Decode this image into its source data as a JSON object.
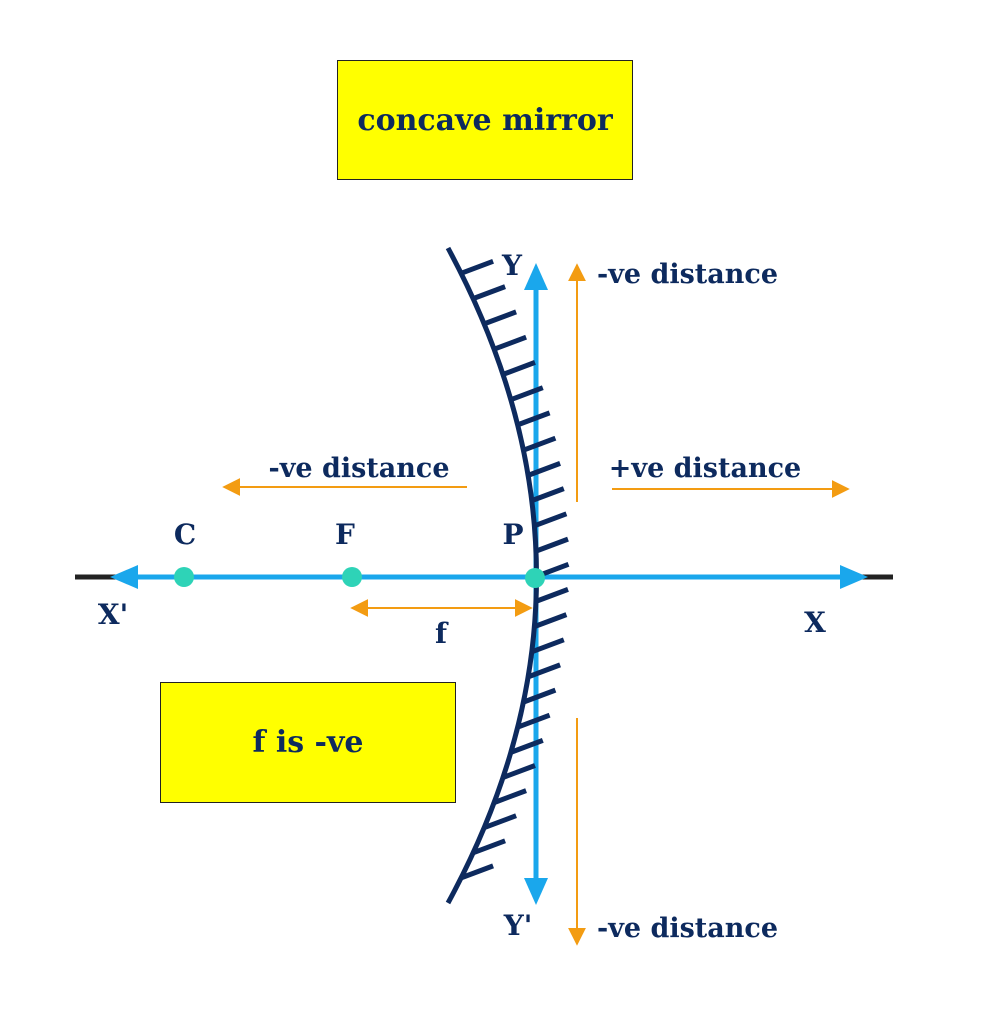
{
  "title": "concave mirror",
  "note": "f is -ve",
  "axes": {
    "x_positive": "X",
    "x_negative": "X'",
    "y_positive": "Y",
    "y_negative": "Y'"
  },
  "points": {
    "center_of_curvature": "C",
    "focus": "F",
    "pole": "P"
  },
  "distances": {
    "left": "-ve distance",
    "right": "+ve distance",
    "up": "-ve distance",
    "down": "-ve distance",
    "focal_length": "f"
  },
  "colors": {
    "box_fill": "#ffff00",
    "text": "#0d2a5e",
    "axis": "#1aa7ec",
    "distance_arrow": "#f39c12",
    "point": "#2ed3b7",
    "mirror": "#0d2a5e"
  }
}
